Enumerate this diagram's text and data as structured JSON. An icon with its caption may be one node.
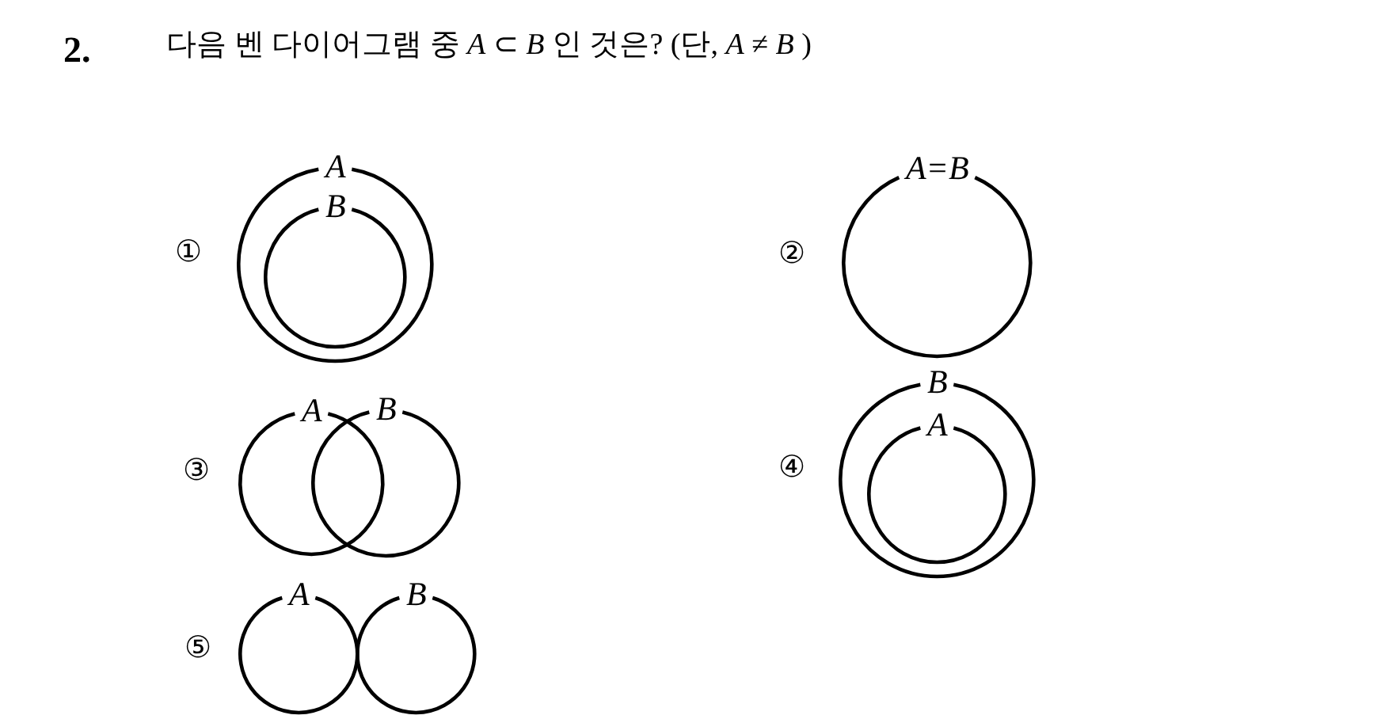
{
  "diagram": {
    "title": "다음 벤 다이어그램 중 *A* ⊂ *B* 인 것은? (단, *A* ≠ *B* )",
    "nodes": [
      {
        "text": [
          "A"
        ]
      },
      {
        "text": [
          "B"
        ],
        "in": 0
      },
      {
        "text": [
          "A=B"
        ]
      },
      {
        "text": [
          "A"
        ]
      },
      {
        "text": [
          "B"
        ]
      },
      {
        "text": [
          "B"
        ]
      },
      {
        "text": [
          "A"
        ],
        "in": 5
      },
      {
        "text": [
          "A"
        ]
      },
      {
        "text": [
          "B"
        ]
      }
    ],
    "labels": [
      "2.",
      "①",
      "②",
      "③",
      "④",
      "⑤"
    ]
  }
}
